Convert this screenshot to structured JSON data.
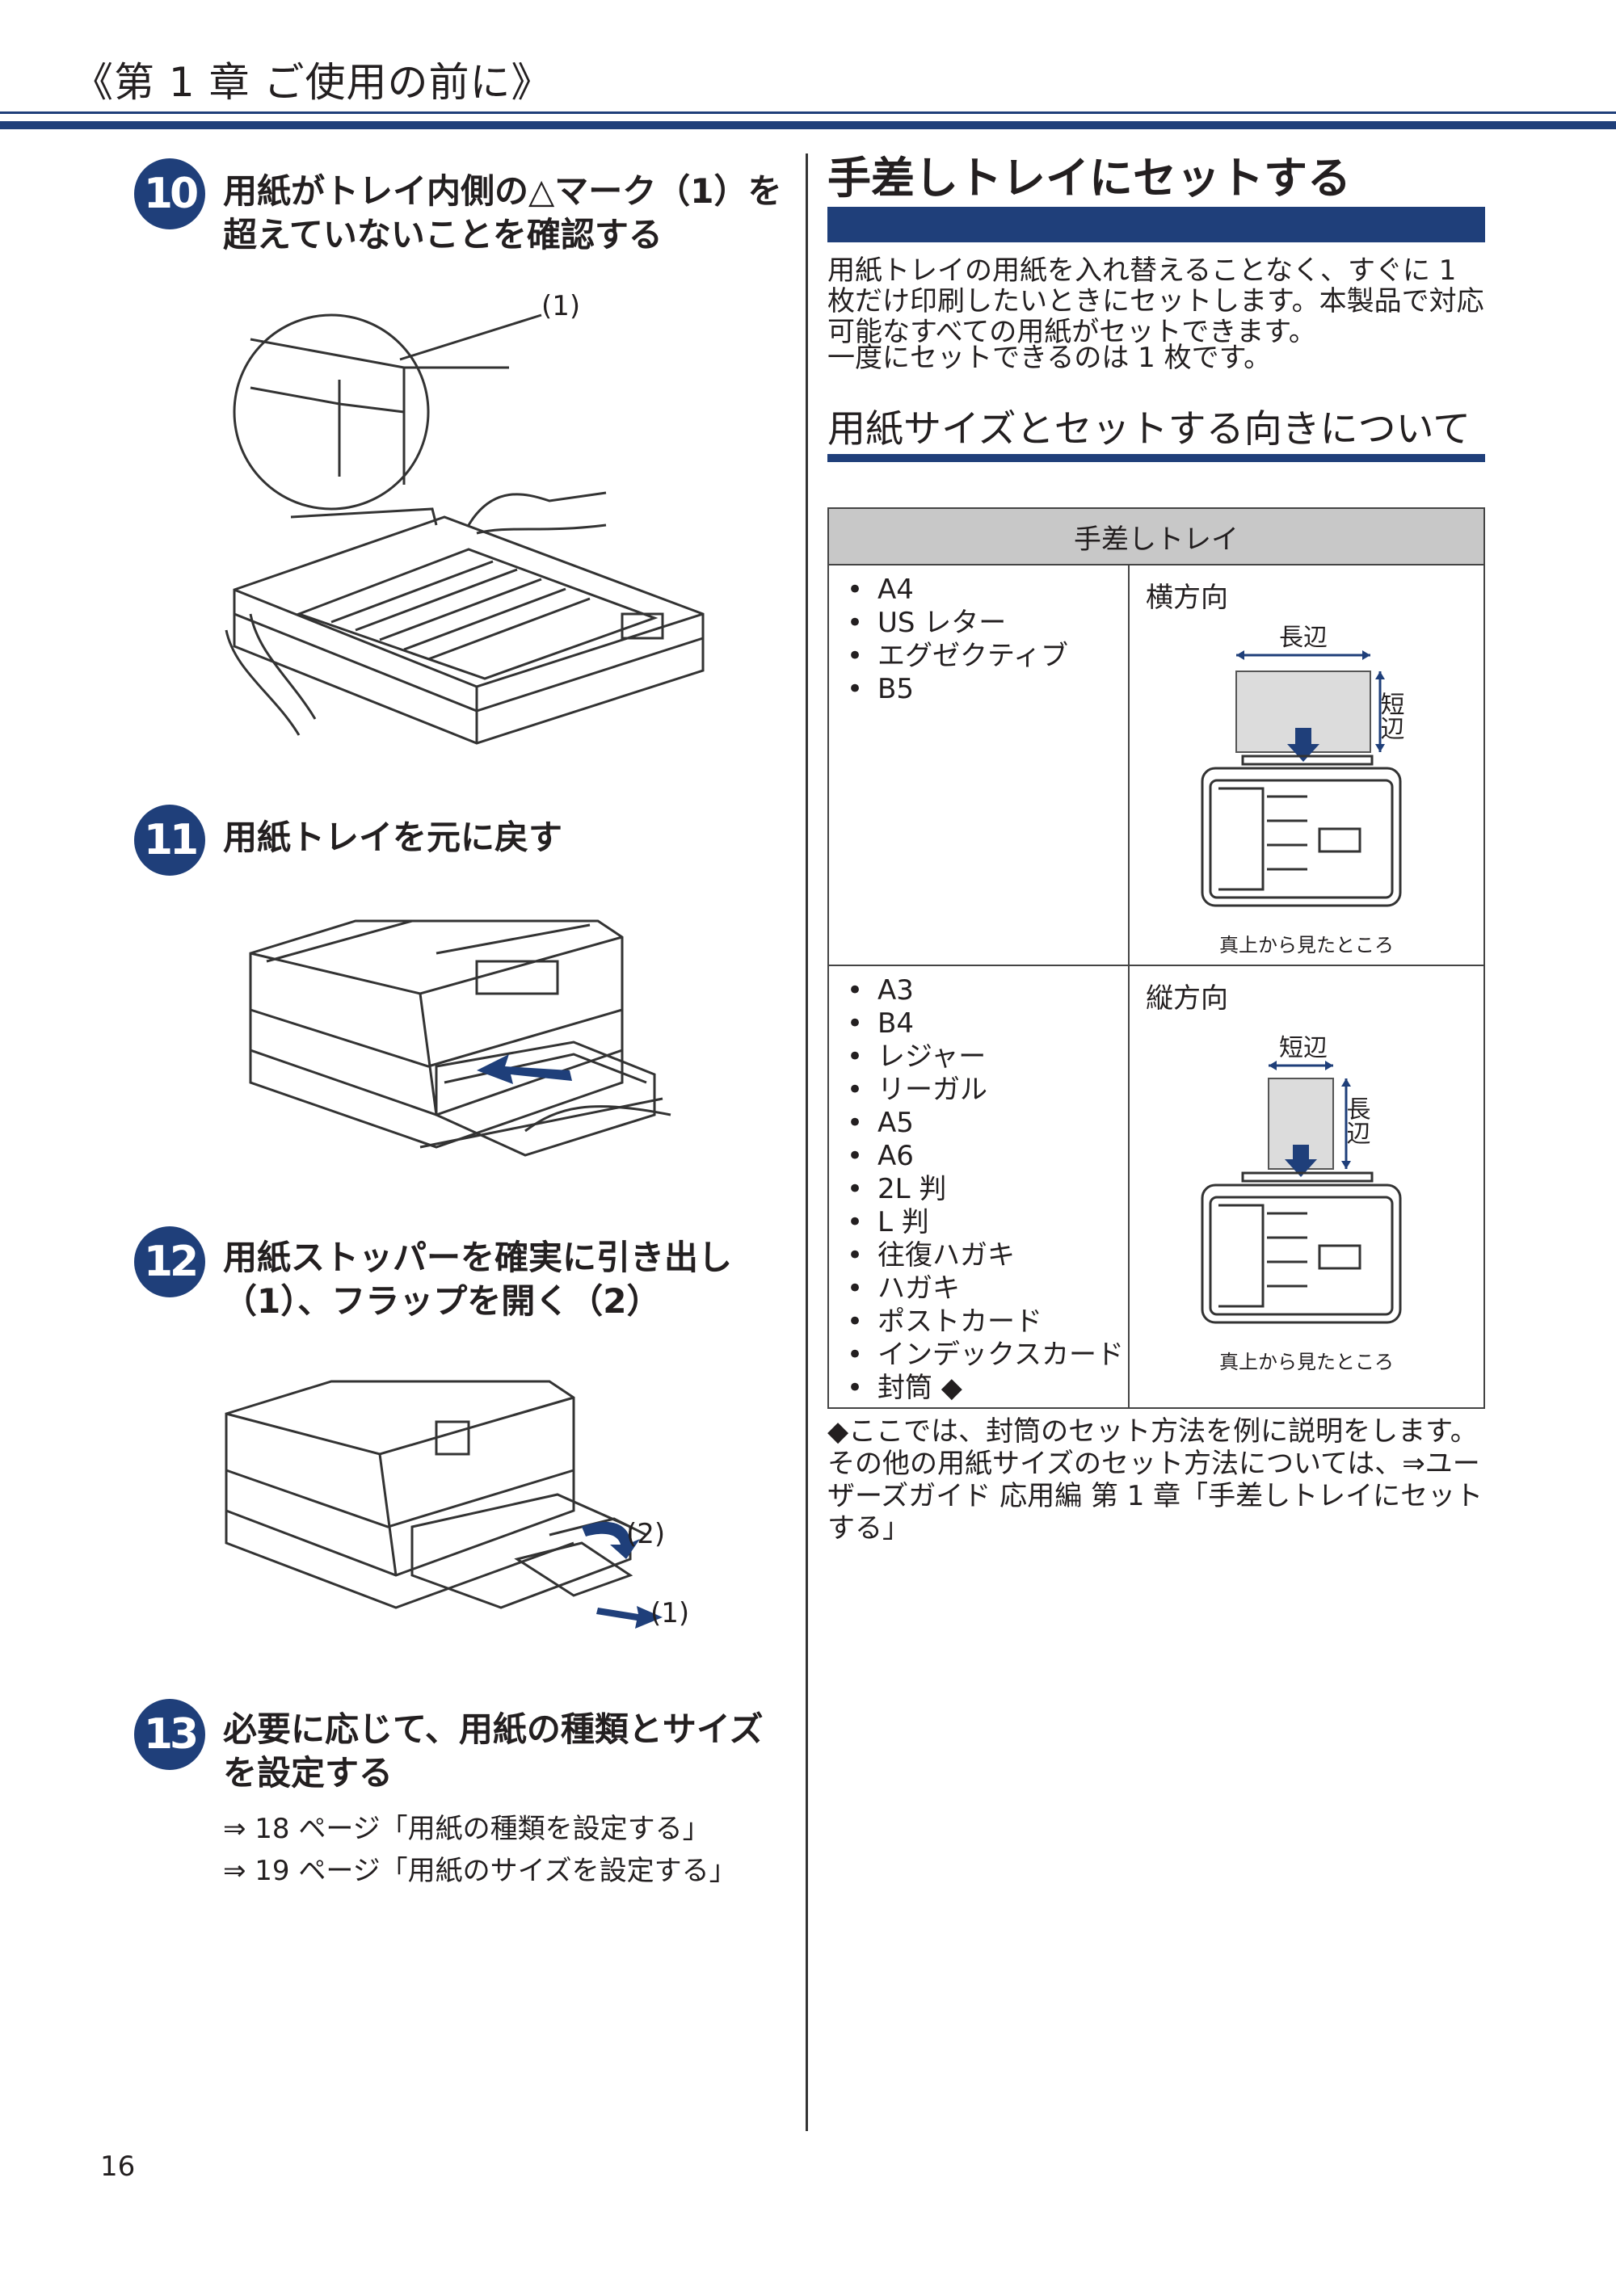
{
  "header": {
    "chapter": "《第 1 章 ご使用の前に》"
  },
  "steps": [
    {
      "num": "10",
      "title": "用紙がトレイ内側の△マーク（1）を超えていないことを確認する",
      "callout": "(1)"
    },
    {
      "num": "11",
      "title": "用紙トレイを元に戻す"
    },
    {
      "num": "12",
      "title": "用紙ストッパーを確実に引き出し（1）、フラップを開く（2）",
      "callout1": "(1)",
      "callout2": "(2)"
    },
    {
      "num": "13",
      "title": "必要に応じて、用紙の種類とサイズを設定する",
      "refs": [
        "⇒ 18 ページ「用紙の種類を設定する」",
        "⇒ 19 ページ「用紙のサイズを設定する」"
      ]
    }
  ],
  "right": {
    "title": "手差しトレイにセットする",
    "intro": "用紙トレイの用紙を入れ替えることなく、すぐに 1 枚だけ印刷したいときにセットします。本製品で対応可能なすべての用紙がセットできます。",
    "intro2": "一度にセットできるのは 1 枚です。",
    "subtitle": "用紙サイズとセットする向きについて",
    "table": {
      "header": "手差しトレイ",
      "rows": [
        {
          "items": [
            "A4",
            "US レター",
            "エグゼクティブ",
            "B5"
          ],
          "orientation": "横方向",
          "long": "長辺",
          "short": "短辺",
          "caption": "真上から見たところ"
        },
        {
          "items": [
            "A3",
            "B4",
            "レジャー",
            "リーガル",
            "A5",
            "A6",
            "2L 判",
            "L 判",
            "往復ハガキ",
            "ハガキ",
            "ポストカード",
            "インデックスカード",
            "封筒 ◆"
          ],
          "orientation": "縦方向",
          "long": "長辺",
          "short": "短辺",
          "caption": "真上から見たところ"
        }
      ]
    },
    "note": "◆ここでは、封筒のセット方法を例に説明をします。その他の用紙サイズのセット方法については、⇒ユーザーズガイド 応用編 第 1 章「手差しトレイにセットする」"
  },
  "page_number": "16",
  "colors": {
    "accent": "#1f3f7a",
    "table_header": "#c8c8c8"
  }
}
